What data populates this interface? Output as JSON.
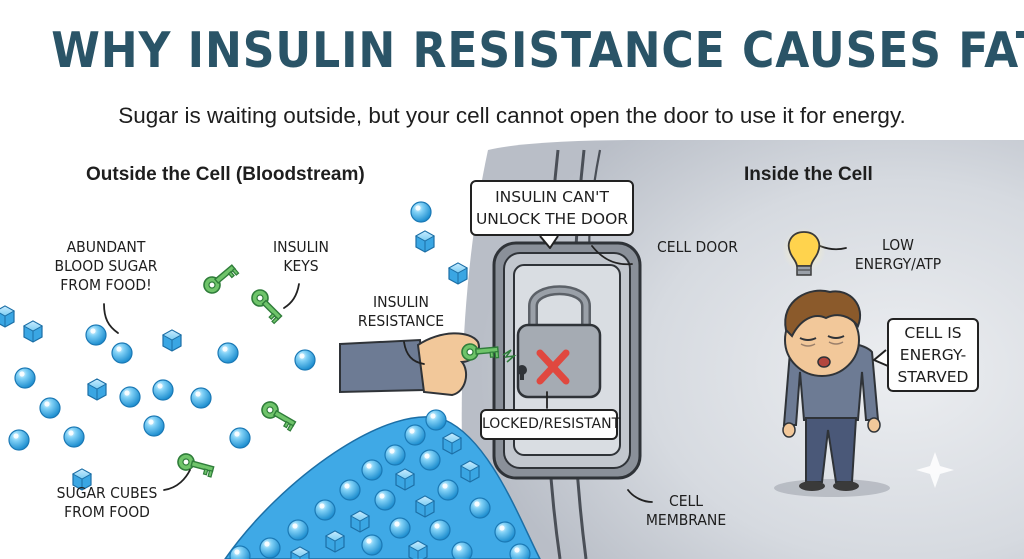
{
  "header": {
    "title": "WHY INSULIN RESISTANCE CAUSES FATIGUE",
    "subtitle": "Sugar is waiting outside, but your cell cannot open the door to use it for energy."
  },
  "outside": {
    "heading": "Outside the Cell (Bloodstream)",
    "blood_sugar_label": "ABUNDANT\nBLOOD SUGAR\nFROM FOOD!",
    "insulin_keys_label": "INSULIN\nKEYS",
    "sugar_cubes_label": "SUGAR CUBES\nFROM FOOD",
    "insulin_resistance_label": "INSULIN\nRESISTANCE"
  },
  "door": {
    "callout": "INSULIN CAN'T\nUNLOCK THE DOOR",
    "door_label": "CELL DOOR",
    "lock_label": "LOCKED/RESISTANT",
    "membrane_label": "CELL\nMEMBRANE"
  },
  "inside": {
    "heading": "Inside the Cell",
    "energy_label": "LOW\nENERGY/ATP",
    "starved_callout": "CELL IS\nENERGY-\nSTARVED"
  },
  "colors": {
    "title": "#2a5467",
    "cell_interior": "#d4d8de",
    "sugar": "#4fb8ec",
    "key": "#5fb55a",
    "lock_x": "#e0483f",
    "bulb": "#ffd34d",
    "shirt": "#6d7b94"
  },
  "icons": [
    "sugar-cube-icon",
    "glucose-sphere-icon",
    "insulin-key-icon",
    "padlock-icon",
    "x-mark-icon",
    "light-bulb-icon",
    "sparkle-icon"
  ]
}
